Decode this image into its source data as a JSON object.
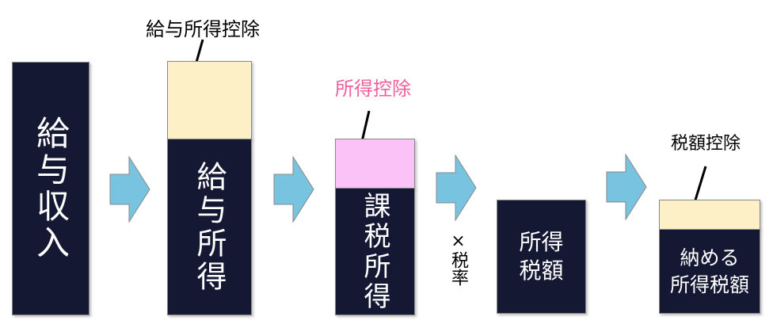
{
  "colors": {
    "dark": "#141833",
    "beige": "#fdefc6",
    "pink": "#fbc2f7",
    "arrow": "#78c3df",
    "pink_text": "#f0609a"
  },
  "blocks": {
    "salary_income": "給与収入",
    "salary_income_net": "給与所得",
    "taxable_income": "課税所得",
    "income_tax_line1": "所得",
    "income_tax_line2": "税額",
    "payable_line1": "納める",
    "payable_line2": "所得税額"
  },
  "labels": {
    "salary_deduction": "給与所得控除",
    "income_deduction": "所得控除",
    "tax_rate": "×税率",
    "tax_credit": "税額控除"
  }
}
